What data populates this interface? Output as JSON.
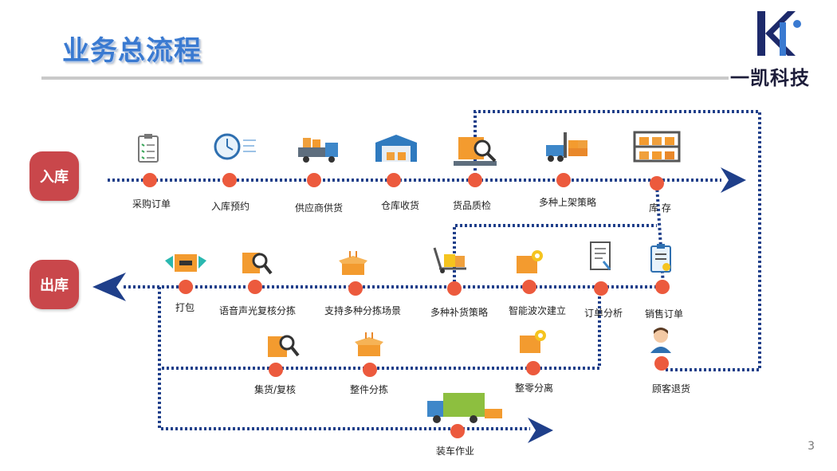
{
  "header": {
    "title": "业务总流程"
  },
  "logo": {
    "text": "一凯科技",
    "icon": "company-logo-icon"
  },
  "sections": {
    "inbound": "入库",
    "outbound": "出库"
  },
  "steps": {
    "s1": "采购订单",
    "s2": "入库预约",
    "s3": "供应商供货",
    "s4": "仓库收货",
    "s5": "货品质检",
    "s6": "多种上架策略",
    "s7": "库 存",
    "s8": "销售订单",
    "s9": "订单分析",
    "s10": "智能波次建立",
    "s11": "多种补货策略",
    "s12": "支持多种分拣场景",
    "s13": "语音声光复核分拣",
    "s14": "打包",
    "s15": "整零分离",
    "s16": "整件分拣",
    "s17": "集货/复核",
    "s18": "顾客退货",
    "s19": "装车作业"
  },
  "colors": {
    "node": "#ec5a3d",
    "line": "#1f3f8a",
    "section": "#c9474b",
    "title": "#3a7ad1"
  },
  "footer": {
    "page_number": "3"
  }
}
